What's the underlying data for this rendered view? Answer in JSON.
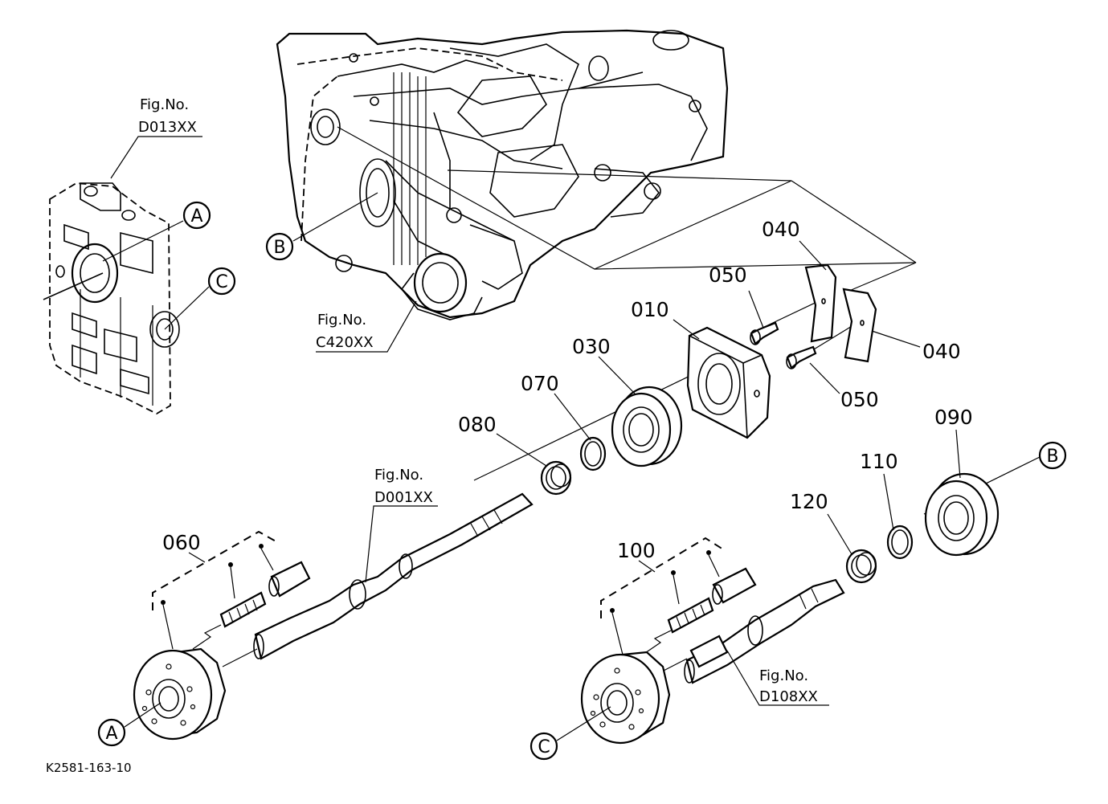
{
  "diagram": {
    "doc_id": "K2581-163-10",
    "fig_prefix": "Fig.No.",
    "fig_refs": [
      "D013XX",
      "C420XX",
      "D001XX",
      "D108XX"
    ],
    "callouts": [
      "A",
      "B",
      "C",
      "A",
      "C",
      "B"
    ],
    "part_numbers": {
      "p010": "010",
      "p030": "030",
      "p040a": "040",
      "p040b": "040",
      "p050a": "050",
      "p050b": "050",
      "p060": "060",
      "p070": "070",
      "p080": "080",
      "p090": "090",
      "p100": "100",
      "p110": "110",
      "p120": "120"
    }
  }
}
